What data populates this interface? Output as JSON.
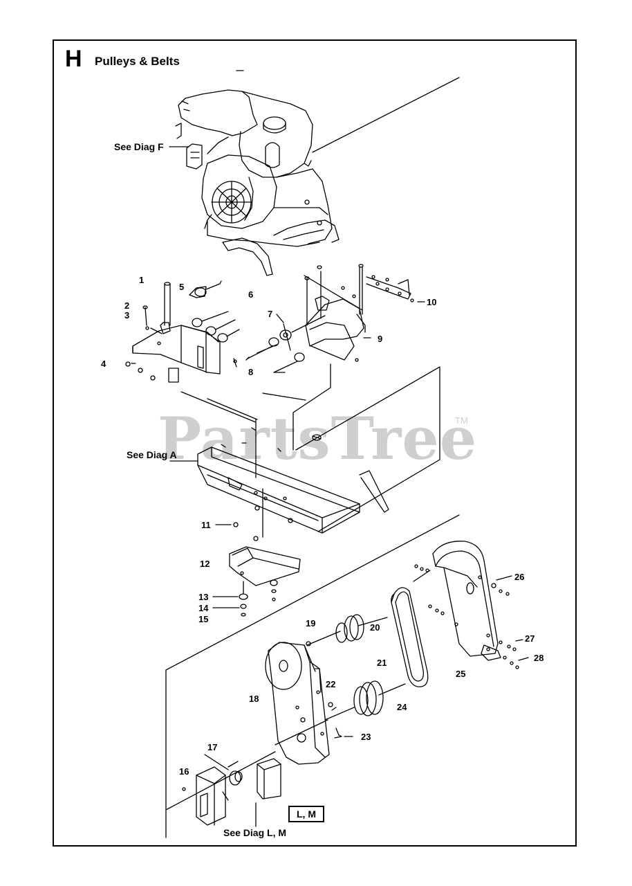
{
  "section": {
    "letter": "H",
    "title": "Pulleys & Belts"
  },
  "watermark": {
    "text": "PartsTree",
    "tm": "TM"
  },
  "references": {
    "diag_f": "See Diag F",
    "diag_a": "See Diag A",
    "diag_lm": "See Diag L, M",
    "lm_box": "L, M"
  },
  "part_labels": {
    "p1": "1",
    "p2": "2",
    "p3": "3",
    "p4": "4",
    "p5": "5",
    "p6": "6",
    "p7": "7",
    "p8": "8",
    "p9": "9",
    "p10": "10",
    "p11": "11",
    "p12": "12",
    "p13": "13",
    "p14": "14",
    "p15": "15",
    "p16": "16",
    "p17": "17",
    "p18": "18",
    "p19": "19",
    "p20": "20",
    "p21": "21",
    "p22": "22",
    "p23": "23",
    "p24": "24",
    "p25": "25",
    "p26": "26",
    "p27": "27",
    "p28": "28"
  },
  "colors": {
    "line": "#000000",
    "watermark": "#cfcfcf",
    "background": "#ffffff"
  }
}
